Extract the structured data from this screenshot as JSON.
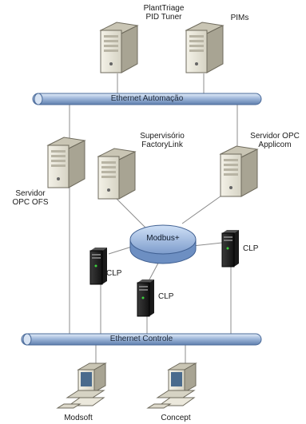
{
  "buses": {
    "automation": "Ethernet Automação",
    "control": "Ethernet Controle"
  },
  "hub": {
    "label": "Modbus+"
  },
  "nodes": {
    "planttriage": "PlantTriage\nPID Tuner",
    "pims": "PIMs",
    "opc_ofs": "Servidor\nOPC OFS",
    "factorylink": "Supervisório\nFactoryLink",
    "opc_applicom": "Servidor OPC\nApplicom",
    "clp_left": "CLP",
    "clp_mid": "CLP",
    "clp_right": "CLP",
    "modsoft": "Modsoft",
    "concept": "Concept"
  }
}
